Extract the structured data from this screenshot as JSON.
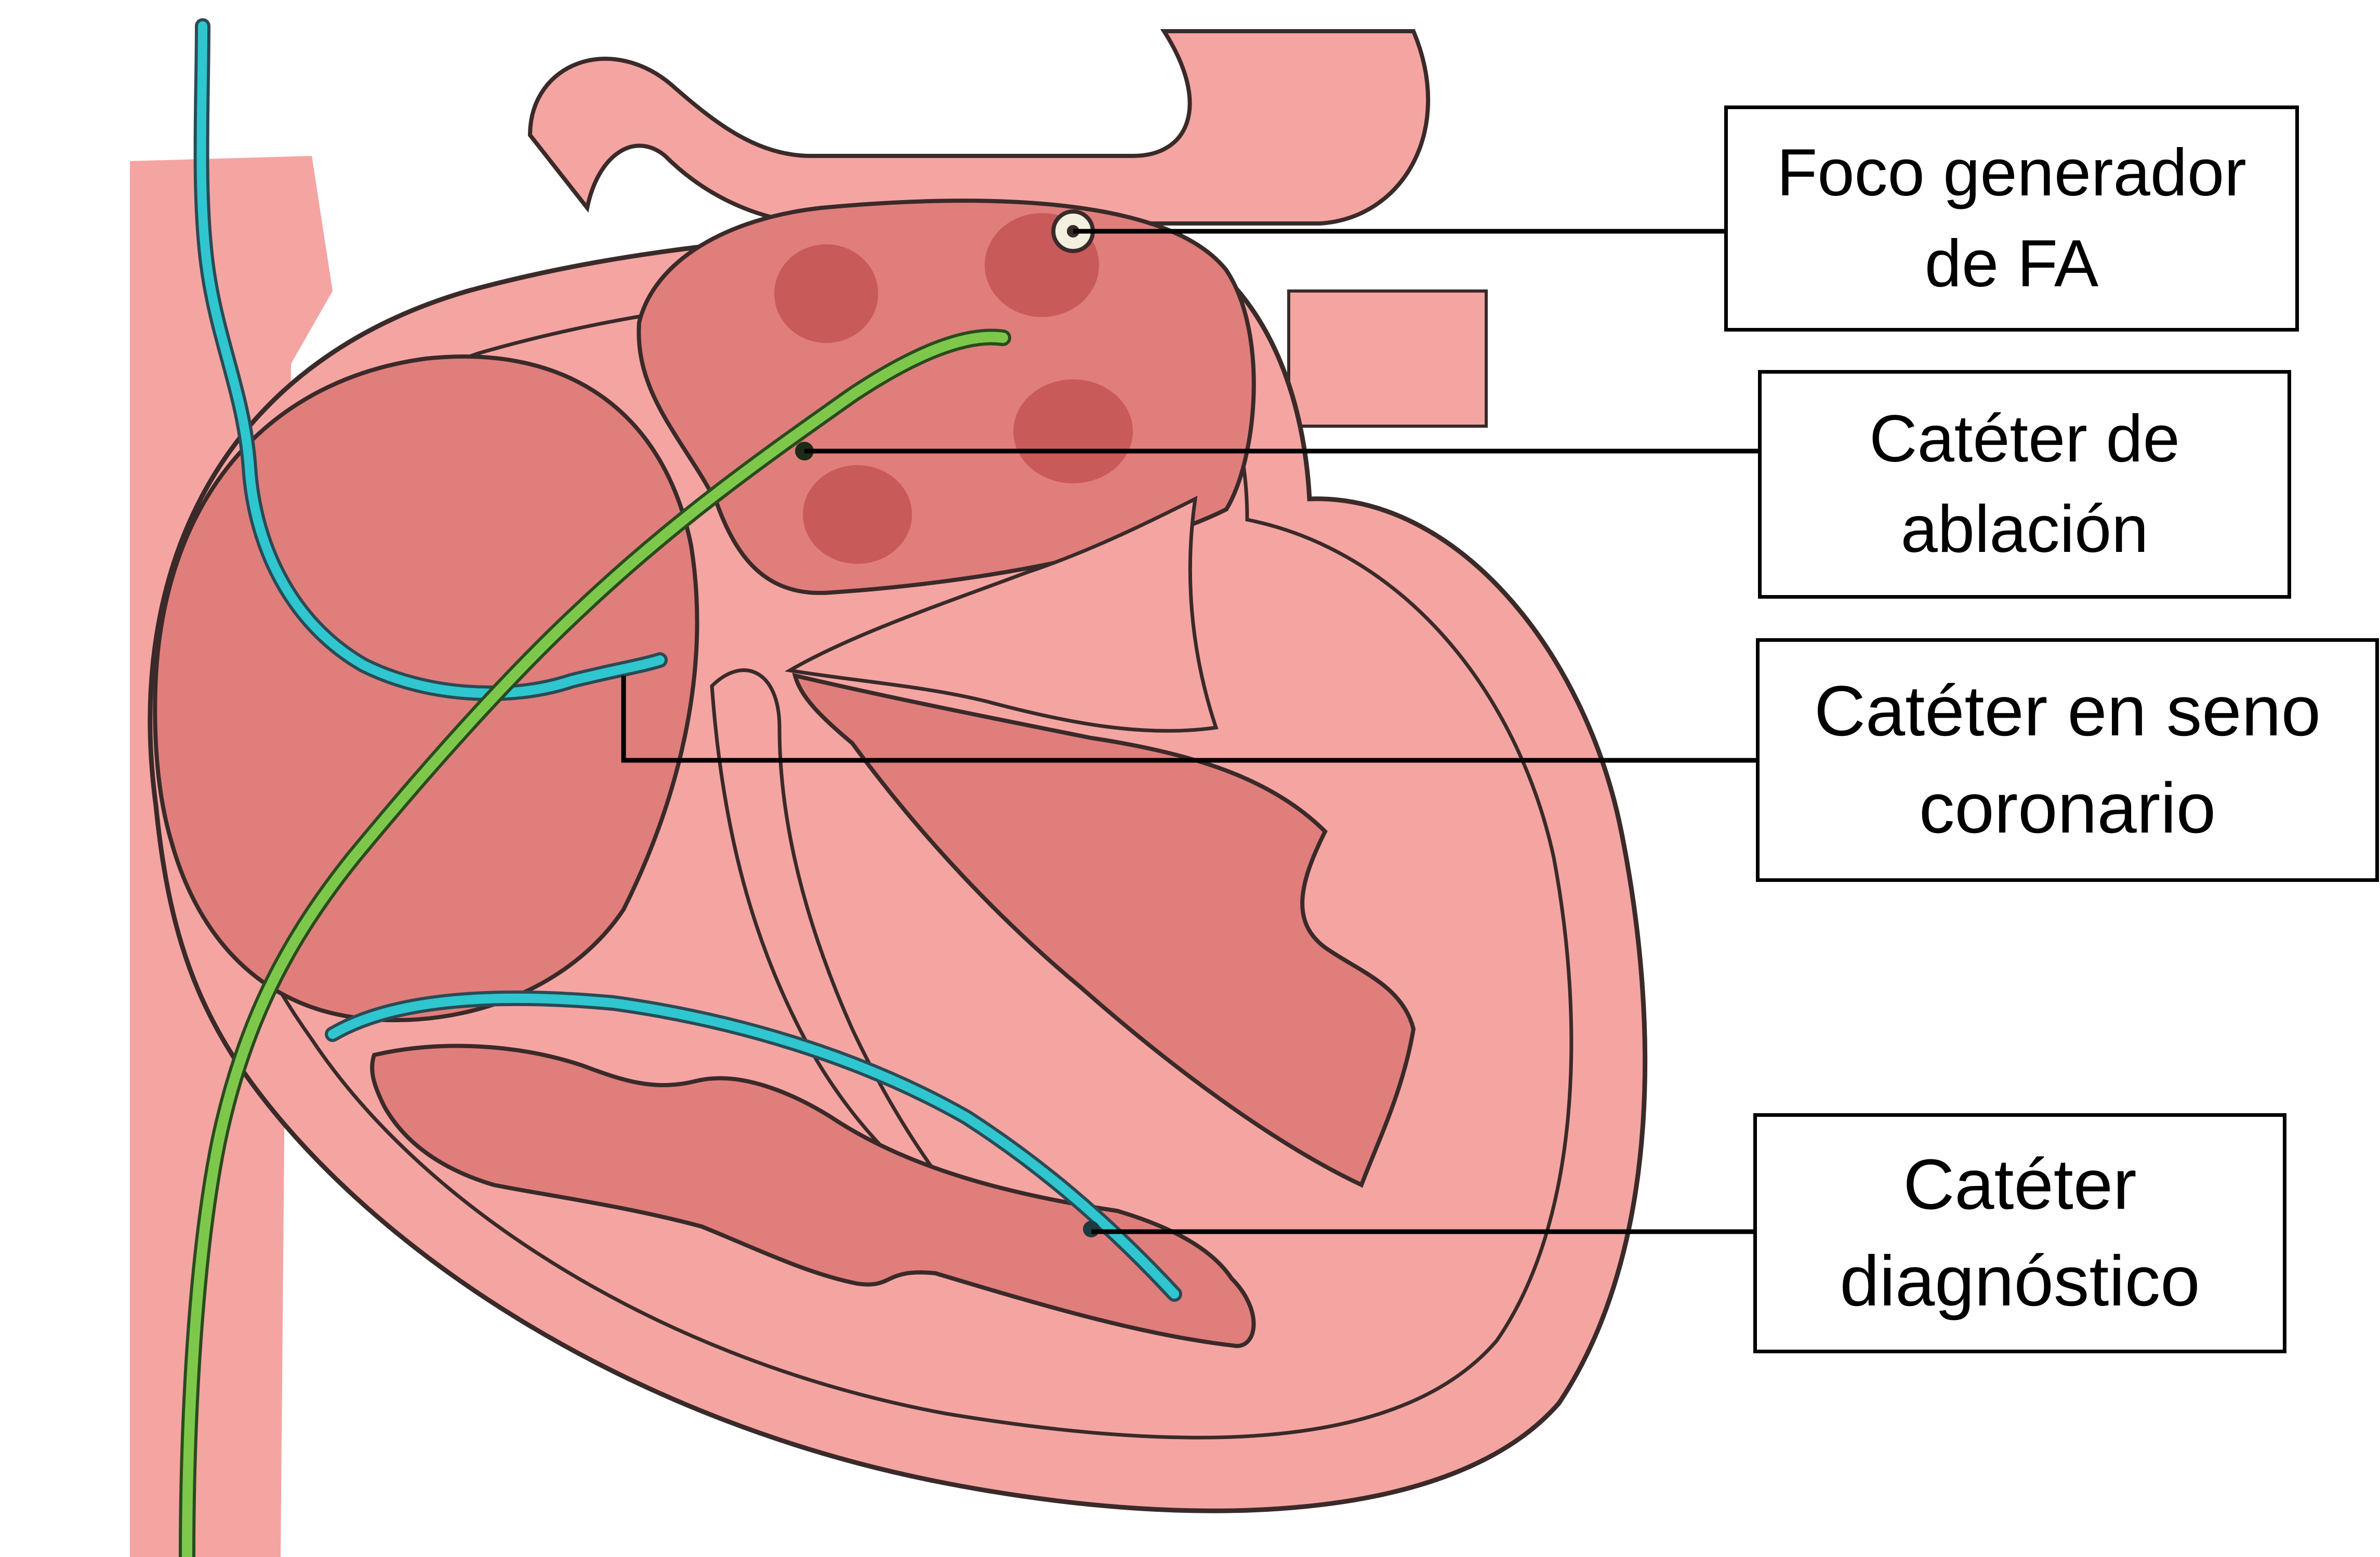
{
  "diagram": {
    "subject": "heart cross-section with catheters",
    "colors": {
      "tissue_light": "#f4a5a1",
      "tissue_medium": "#e07e7b",
      "tissue_dark": "#c95a5a",
      "outline": "#3a2a2a",
      "catheter_blue": "#2fc6cf",
      "catheter_green": "#7dc84b",
      "leader_line": "#000000"
    },
    "labels": [
      {
        "id": "foco",
        "text": "Foco generador\nde FA"
      },
      {
        "id": "ablacion",
        "text": "Catéter de\nablación"
      },
      {
        "id": "seno",
        "text": "Catéter en seno\ncoronario"
      },
      {
        "id": "diagnostico",
        "text": "Catéter\ndiagnóstico"
      }
    ]
  }
}
